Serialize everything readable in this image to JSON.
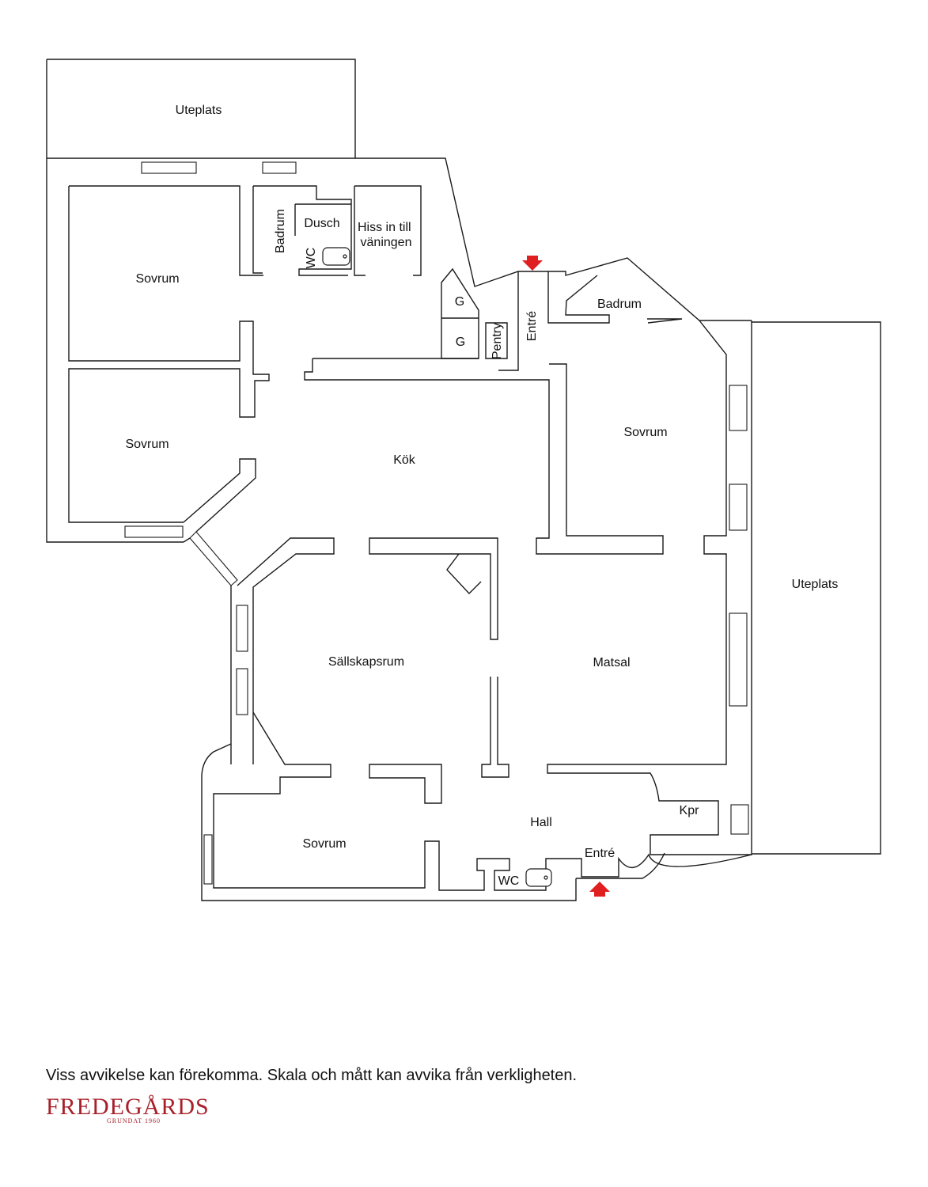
{
  "floorplan": {
    "rooms": [
      {
        "id": "uteplats-top",
        "label": "Uteplats"
      },
      {
        "id": "sovrum-1",
        "label": "Sovrum"
      },
      {
        "id": "badrum-1",
        "label": "Badrum"
      },
      {
        "id": "dusch",
        "label": "Dusch"
      },
      {
        "id": "wc-1",
        "label": "WC"
      },
      {
        "id": "hiss",
        "label": "Hiss in till väningen"
      },
      {
        "id": "g-1",
        "label": "G"
      },
      {
        "id": "g-2",
        "label": "G"
      },
      {
        "id": "pentry",
        "label": "Pentry"
      },
      {
        "id": "entre-1",
        "label": "Entré"
      },
      {
        "id": "badrum-2",
        "label": "Badrum"
      },
      {
        "id": "sovrum-2",
        "label": "Sovrum"
      },
      {
        "id": "kok",
        "label": "Kök"
      },
      {
        "id": "sovrum-3",
        "label": "Sovrum"
      },
      {
        "id": "uteplats-right",
        "label": "Uteplats"
      },
      {
        "id": "sallskapsrum",
        "label": "Sällskapsrum"
      },
      {
        "id": "matsal",
        "label": "Matsal"
      },
      {
        "id": "kpr",
        "label": "Kpr"
      },
      {
        "id": "hall",
        "label": "Hall"
      },
      {
        "id": "sovrum-4",
        "label": "Sovrum"
      },
      {
        "id": "entre-2",
        "label": "Entré"
      },
      {
        "id": "wc-2",
        "label": "WC"
      }
    ],
    "entrances": [
      {
        "id": "entrance-top",
        "direction": "down"
      },
      {
        "id": "entrance-bottom",
        "direction": "up"
      }
    ],
    "arrow_color": "#e02020"
  },
  "footer": {
    "disclaimer": "Viss avvikelse kan förekomma. Skala och mått kan avvika från verkligheten.",
    "brand": "FREDEGÅRDS",
    "brand_sub": "GRUNDAT 1960",
    "brand_color": "#a8202a"
  }
}
